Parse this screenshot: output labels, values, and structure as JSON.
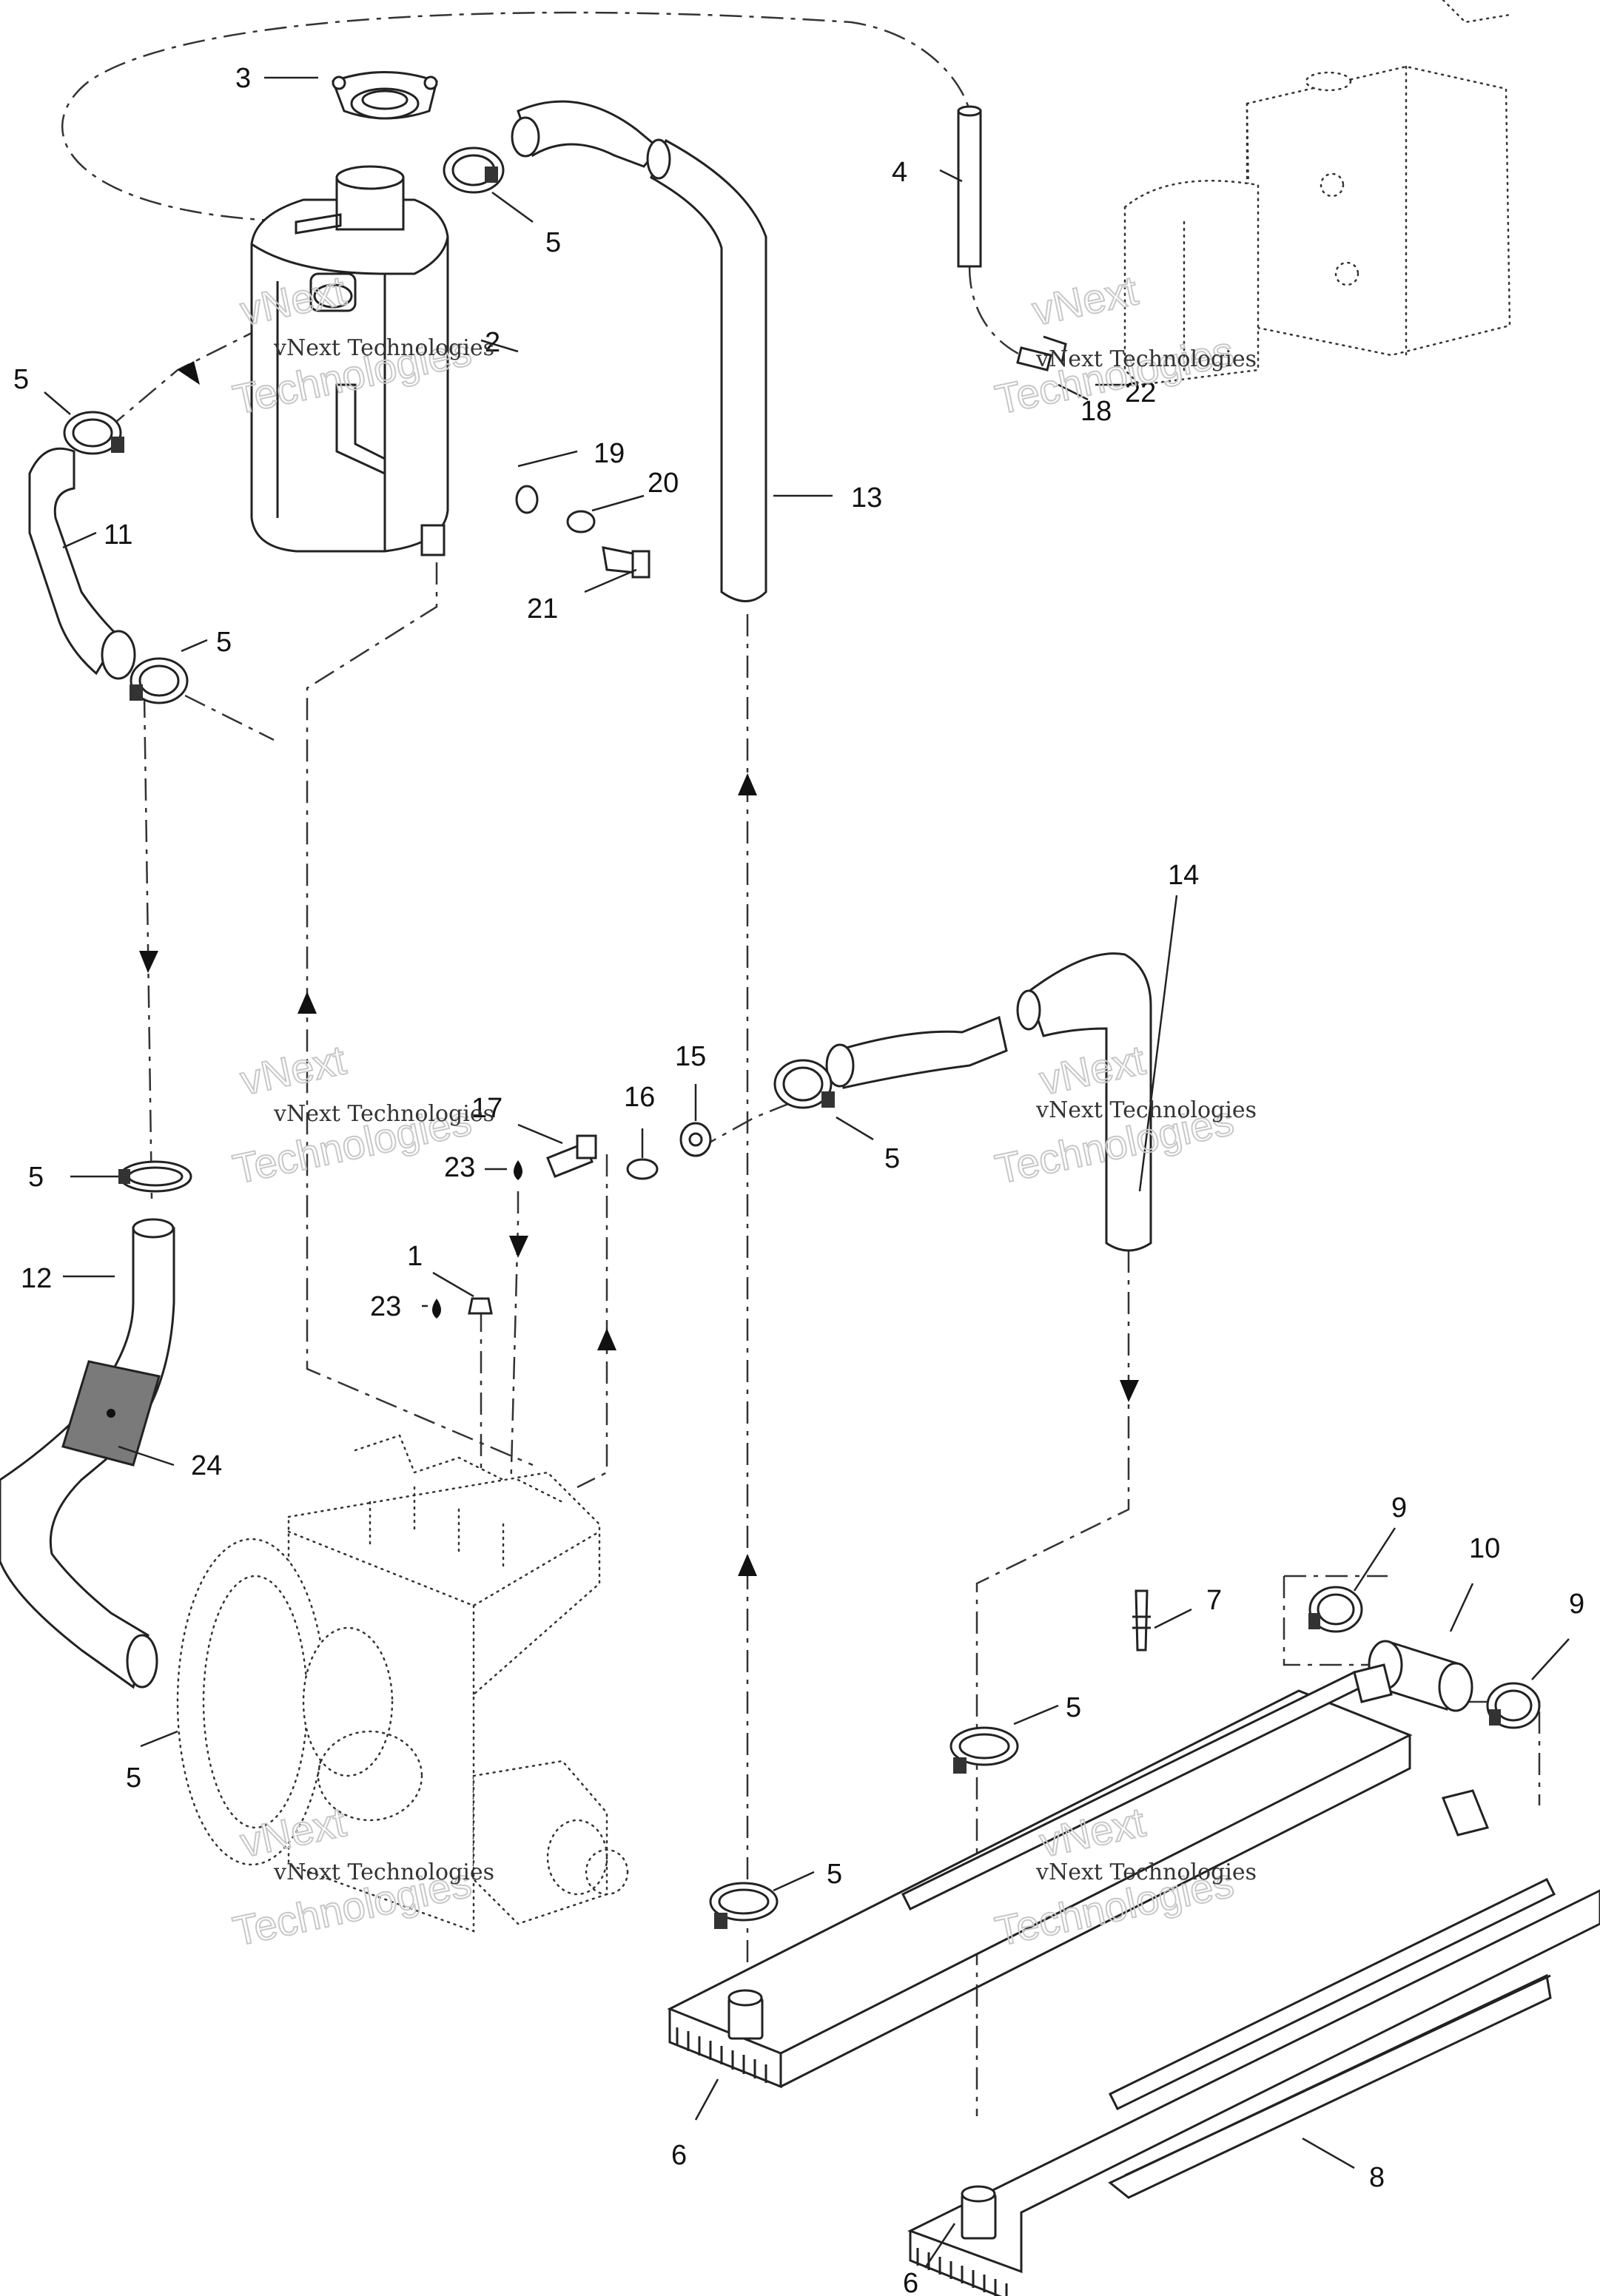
{
  "watermark": {
    "line1": "vNext Technologies",
    "line2": "Technologies",
    "line0": "vNext"
  },
  "callouts": {
    "c1": "1",
    "c2": "2",
    "c3": "3",
    "c4": "4",
    "c5a": "5",
    "c5b": "5",
    "c5c": "5",
    "c5d": "5",
    "c5e": "5",
    "c5f": "5",
    "c5g": "5",
    "c5h": "5",
    "c6a": "6",
    "c6b": "6",
    "c7": "7",
    "c8": "8",
    "c9a": "9",
    "c9b": "9",
    "c10": "10",
    "c11": "11",
    "c12": "12",
    "c13": "13",
    "c14": "14",
    "c15": "15",
    "c16": "16",
    "c17": "17",
    "c18": "18",
    "c19": "19",
    "c20": "20",
    "c21": "21",
    "c22": "22",
    "c23a": "23",
    "c23b": "23",
    "c24": "24"
  }
}
